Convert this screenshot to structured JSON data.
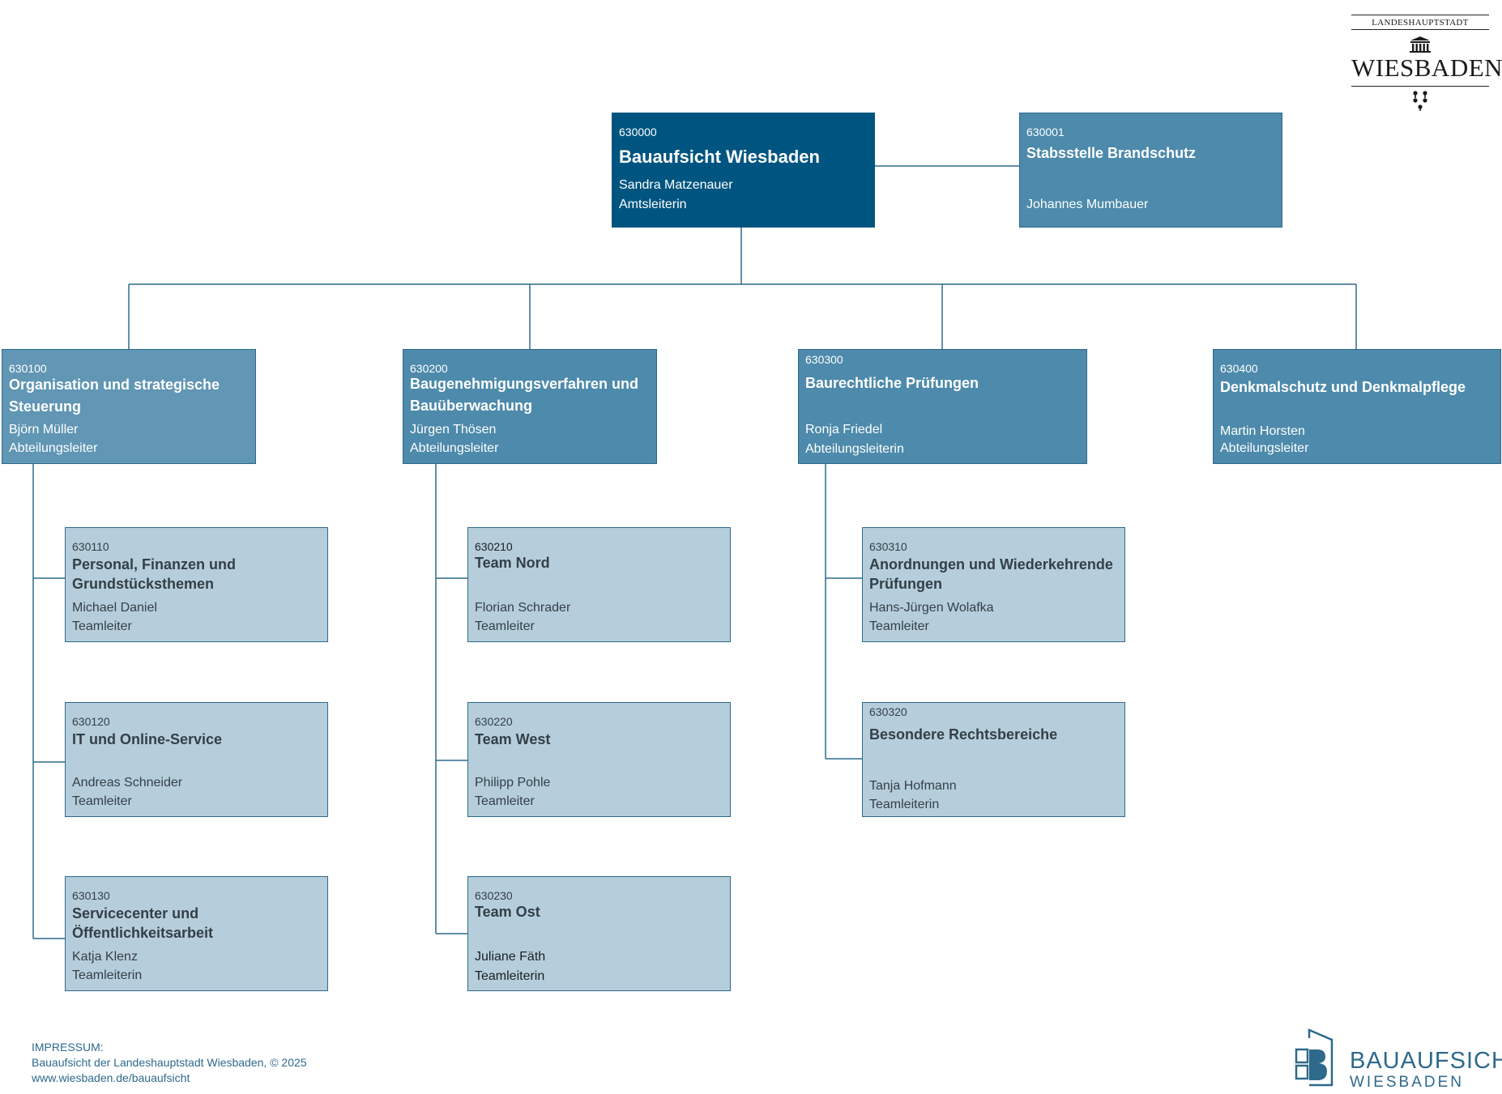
{
  "colors": {
    "head": "#005580",
    "department": "#4d8aab",
    "team": "#b6cedb",
    "line": "#2d6a8c"
  },
  "logo": {
    "top_label": "LANDESHAUPTSTADT",
    "name": "WIESBADEN"
  },
  "head": {
    "code": "630000",
    "title": "Bauaufsicht Wiesbaden",
    "person": "Sandra Matzenauer",
    "role": "Amtsleiterin"
  },
  "staff": {
    "code": "630001",
    "title": "Stabsstelle Brandschutz",
    "person": "Johannes Mumbauer"
  },
  "departments": [
    {
      "code": "630100",
      "title": "Organisation und strategische Steuerung",
      "person": "Björn Müller",
      "role": "Abteilungsleiter",
      "teams": [
        {
          "code": "630110",
          "title": "Personal, Finanzen und Grundstücksthemen",
          "person": "Michael Daniel",
          "role": "Teamleiter"
        },
        {
          "code": "630120",
          "title": "IT und Online-Service",
          "person": "Andreas Schneider",
          "role": "Teamleiter"
        },
        {
          "code": "630130",
          "title": "Servicecenter und Öffentlichkeitsarbeit",
          "person": "Katja Klenz",
          "role": "Teamleiterin"
        }
      ]
    },
    {
      "code": "630200",
      "title": "Baugenehmigungsverfahren und Bauüberwachung",
      "person": "Jürgen Thösen",
      "role": "Abteilungsleiter",
      "teams": [
        {
          "code": "630210",
          "title": "Team Nord",
          "person": "Florian Schrader",
          "role": "Teamleiter"
        },
        {
          "code": "630220",
          "title": "Team West",
          "person": "Philipp Pohle",
          "role": "Teamleiter"
        },
        {
          "code": "630230",
          "title": "Team Ost",
          "person": "Juliane Fäth",
          "role": "Teamleiterin"
        }
      ]
    },
    {
      "code": "630300",
      "title": "Baurechtliche Prüfungen",
      "person": "Ronja Friedel",
      "role": "Abteilungsleiterin",
      "teams": [
        {
          "code": "630310",
          "title": "Anordnungen und Wiederkehrende Prüfungen",
          "person": "Hans-Jürgen Wolafka",
          "role": "Teamleiter"
        },
        {
          "code": "630320",
          "title": "Besondere Rechtsbereiche",
          "person": "Tanja Hofmann",
          "role": "Teamleiterin"
        }
      ]
    },
    {
      "code": "630400",
      "title": "Denkmalschutz und Denkmalpflege",
      "person": "Martin Horsten",
      "role": "Abteilungsleiter",
      "teams": []
    }
  ],
  "footer": {
    "label": "IMPRESSUM:",
    "line1": "Bauaufsicht der Landeshauptstadt Wiesbaden, © 2025",
    "line2": "www.wiesbaden.de/bauaufsicht"
  },
  "brand": {
    "word1": "BAUAUFSICHT",
    "word2": "WIESBADEN"
  }
}
